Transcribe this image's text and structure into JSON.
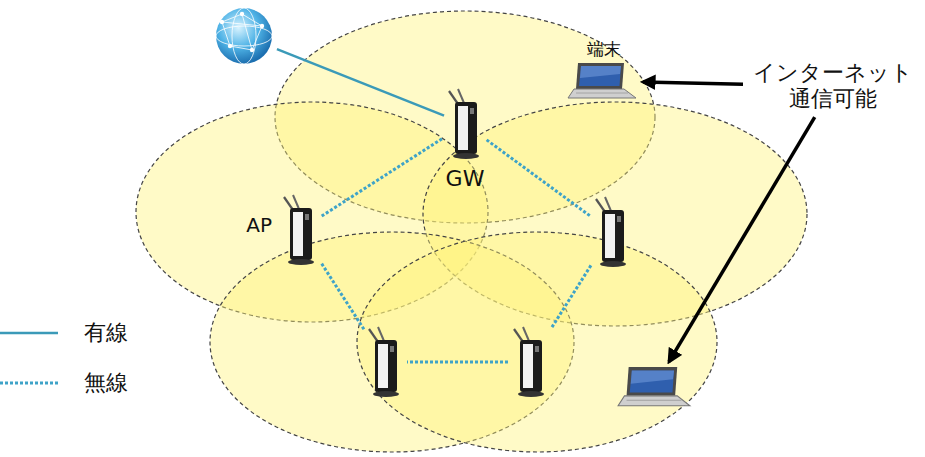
{
  "diagram": {
    "nodes": [
      {
        "text": [
          "GW"
        ]
      },
      {
        "text": []
      },
      {
        "text": []
      },
      {
        "text": []
      },
      {
        "text": [
          "AP"
        ]
      },
      {
        "text": []
      },
      {
        "text": [
          "端末"
        ]
      },
      {
        "text": []
      },
      {
        "text": [
          "インターネット 通信可能"
        ]
      }
    ],
    "edges": [
      {
        "from": 0,
        "to": 1,
        "arrow": "none"
      },
      {
        "from": 1,
        "to": 2,
        "arrow": "none"
      },
      {
        "from": 2,
        "to": 3,
        "arrow": "none"
      },
      {
        "from": 3,
        "to": 4,
        "arrow": "none"
      },
      {
        "from": 4,
        "to": 0,
        "arrow": "none"
      },
      {
        "from": 5,
        "to": 0,
        "arrow": "none"
      },
      {
        "from": 8,
        "to": 6,
        "arrow": "to"
      },
      {
        "from": 8,
        "to": 7,
        "arrow": "to"
      }
    ],
    "legend": [
      {
        "text": "有線"
      },
      {
        "text": "無線"
      }
    ]
  }
}
